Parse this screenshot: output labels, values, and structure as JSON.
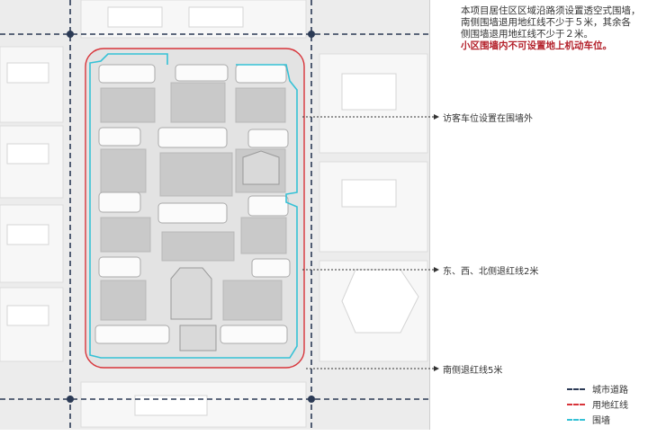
{
  "notes": {
    "line1": "本项目居住区区域沿路须设置透空式围墙，",
    "line2": "南侧围墙退用地红线不少于５米，其余各",
    "line3": "侧围墙退用地红线不少于２米。",
    "line4": "小区围墙内不可设置地上机动车位。"
  },
  "callouts": {
    "visitor_parking": "访客车位设置在围墙外",
    "ewn_setback": "东、西、北侧退红线2米",
    "south_setback": "南侧退红线5米"
  },
  "legend": [
    {
      "label": "城市道路",
      "color": "#2b3a55"
    },
    {
      "label": "用地红线",
      "color": "#d8343a"
    },
    {
      "label": "围墙",
      "color": "#35c1d6"
    }
  ],
  "colors": {
    "city_road": "#2b3a55",
    "red_line": "#d8343a",
    "wall": "#35c1d6"
  }
}
